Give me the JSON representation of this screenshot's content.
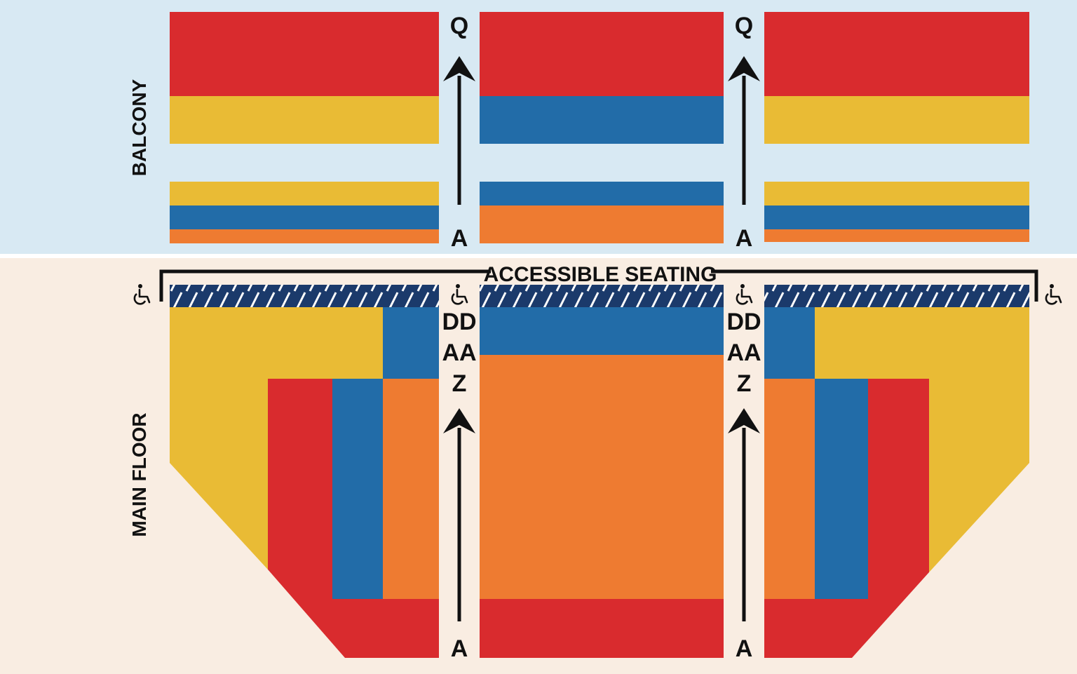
{
  "colors": {
    "balcony_bg": "#d8e9f3",
    "floor_bg": "#f9ede2",
    "divider": "#ffffff",
    "red": "#d92b2e",
    "yellow": "#e9bb35",
    "blue": "#226ca8",
    "orange": "#ee7b31",
    "navy": "#1b3a6b",
    "ink": "#111111"
  },
  "sections": {
    "balcony": {
      "label": "BALCONY"
    },
    "main_floor": {
      "label": "MAIN FLOOR"
    }
  },
  "accessible": {
    "label": "ACCESSIBLE SEATING",
    "icon": "wheelchair-icon"
  },
  "aisles": {
    "balcony": {
      "top": "Q",
      "bottom": "A"
    },
    "main_floor": {
      "row_labels": [
        "DD",
        "AA",
        "Z"
      ],
      "bottom": "A"
    }
  },
  "seat_price_levels": [
    "red",
    "yellow",
    "blue",
    "orange"
  ]
}
